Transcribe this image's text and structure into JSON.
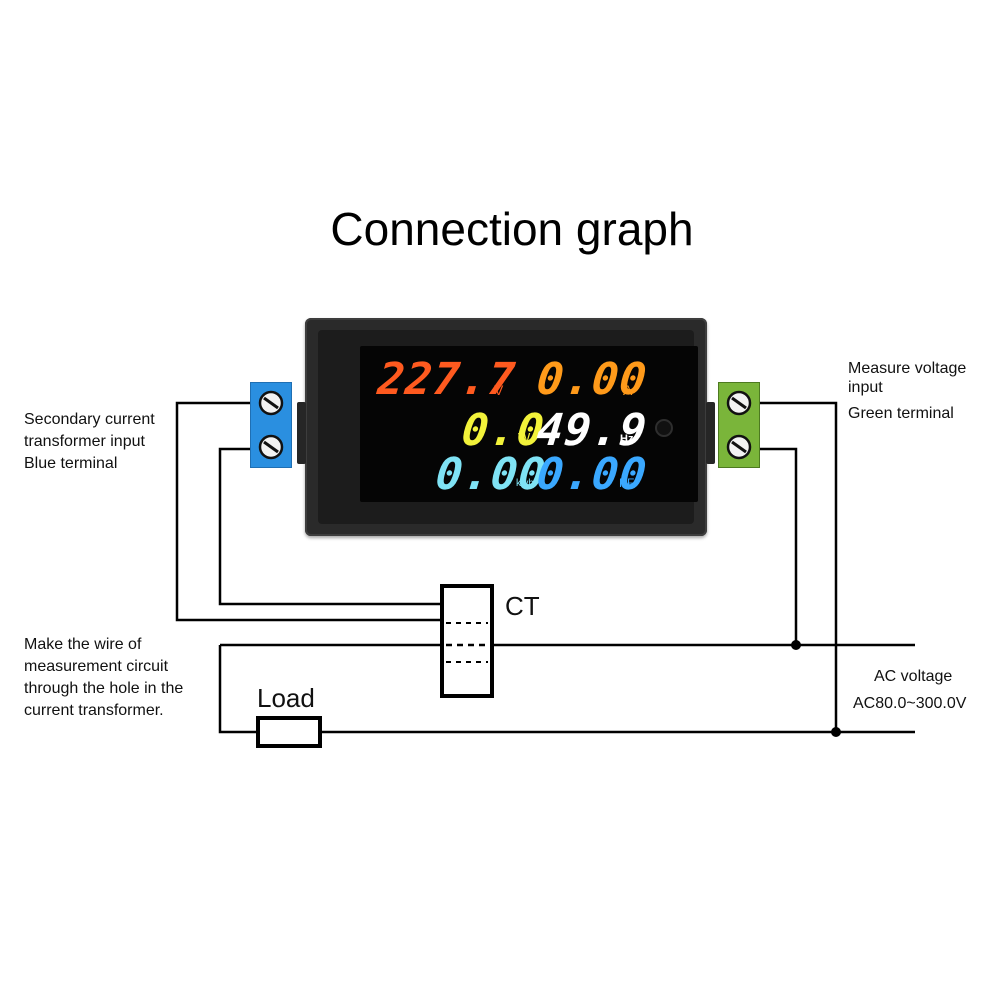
{
  "title": "Connection graph",
  "left_note": {
    "lines": [
      "Secondary current",
      "transformer input",
      "Blue terminal"
    ]
  },
  "right_note": {
    "line1": "Measure voltage",
    "line2": "input",
    "line3": "Green terminal"
  },
  "bottom_note": {
    "lines": [
      "Make the wire of",
      "measurement circuit",
      "through the hole in the",
      "current transformer."
    ]
  },
  "ct_label": "CT",
  "load_label": "Load",
  "ac_label": "AC voltage",
  "ac_range": "AC80.0~300.0V",
  "display": {
    "voltage": {
      "value": "227.7",
      "unit": "V"
    },
    "current": {
      "value": "0.00",
      "unit": "A"
    },
    "power": {
      "value": "0.0",
      "unit": "W"
    },
    "frequency": {
      "value": "49.9",
      "unit": "Hz"
    },
    "energy": {
      "value": "0.00",
      "unit": "kwh"
    },
    "power_factor": {
      "value": "0.00",
      "unit": "PF"
    }
  },
  "colors": {
    "voltage": "#ff5a1f",
    "current": "#ff9a1a",
    "power": "#f2f23a",
    "frequency": "#ffffff",
    "energy": "#7fe3f5",
    "power_factor": "#3aa8ff",
    "blue_terminal": "#2a8fe0",
    "green_terminal": "#7ab53a"
  }
}
